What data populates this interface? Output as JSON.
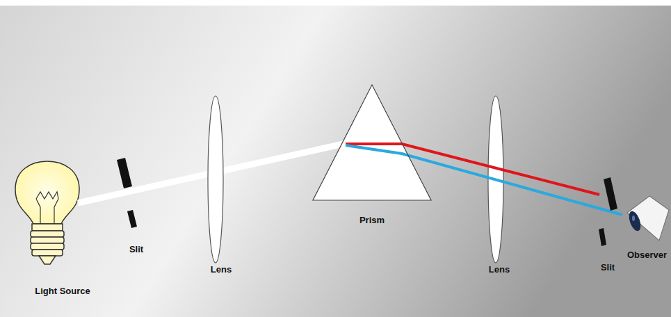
{
  "diagram": {
    "nodes": [
      {
        "text": [
          "Prism"
        ]
      }
    ],
    "labels": [
      "Light Source",
      "Slit",
      "Lens",
      "Lens",
      "Slit",
      "Observer"
    ]
  }
}
